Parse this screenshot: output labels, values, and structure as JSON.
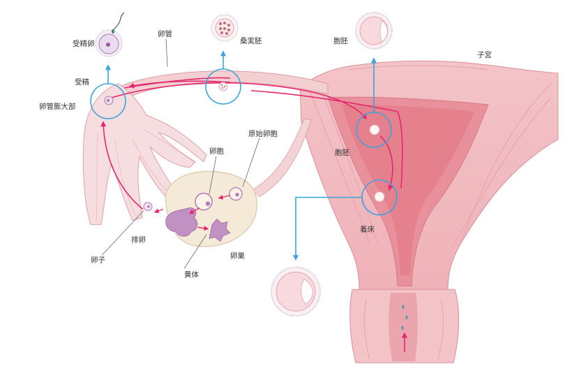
{
  "labels": {
    "fertilized_egg": "受精卵",
    "oviduct": "卵管",
    "morula": "桑実胚",
    "blastocyst_top": "胞胚",
    "uterus": "子宮",
    "fertilization": "受精",
    "ampulla": "卵管膨大部",
    "primordial_follicle": "原始卵胞",
    "follicle": "卵胞",
    "blastocyst_mid": "胞胚",
    "implantation": "着床",
    "ovulation": "排卵",
    "egg": "卵子",
    "corpus_luteum": "黄体",
    "ovary": "卵巣"
  },
  "colors": {
    "uterus_light": "#f7d3d5",
    "uterus_mid": "#efb3b9",
    "uterus_dark": "#e58a95",
    "ovary": "#f4ead7",
    "ovary_stroke": "#d8c7a8",
    "arrow_pink": "#e5266f",
    "circle_blue": "#3aa3df",
    "leader": "#666666",
    "purple": "#b37ab6"
  }
}
